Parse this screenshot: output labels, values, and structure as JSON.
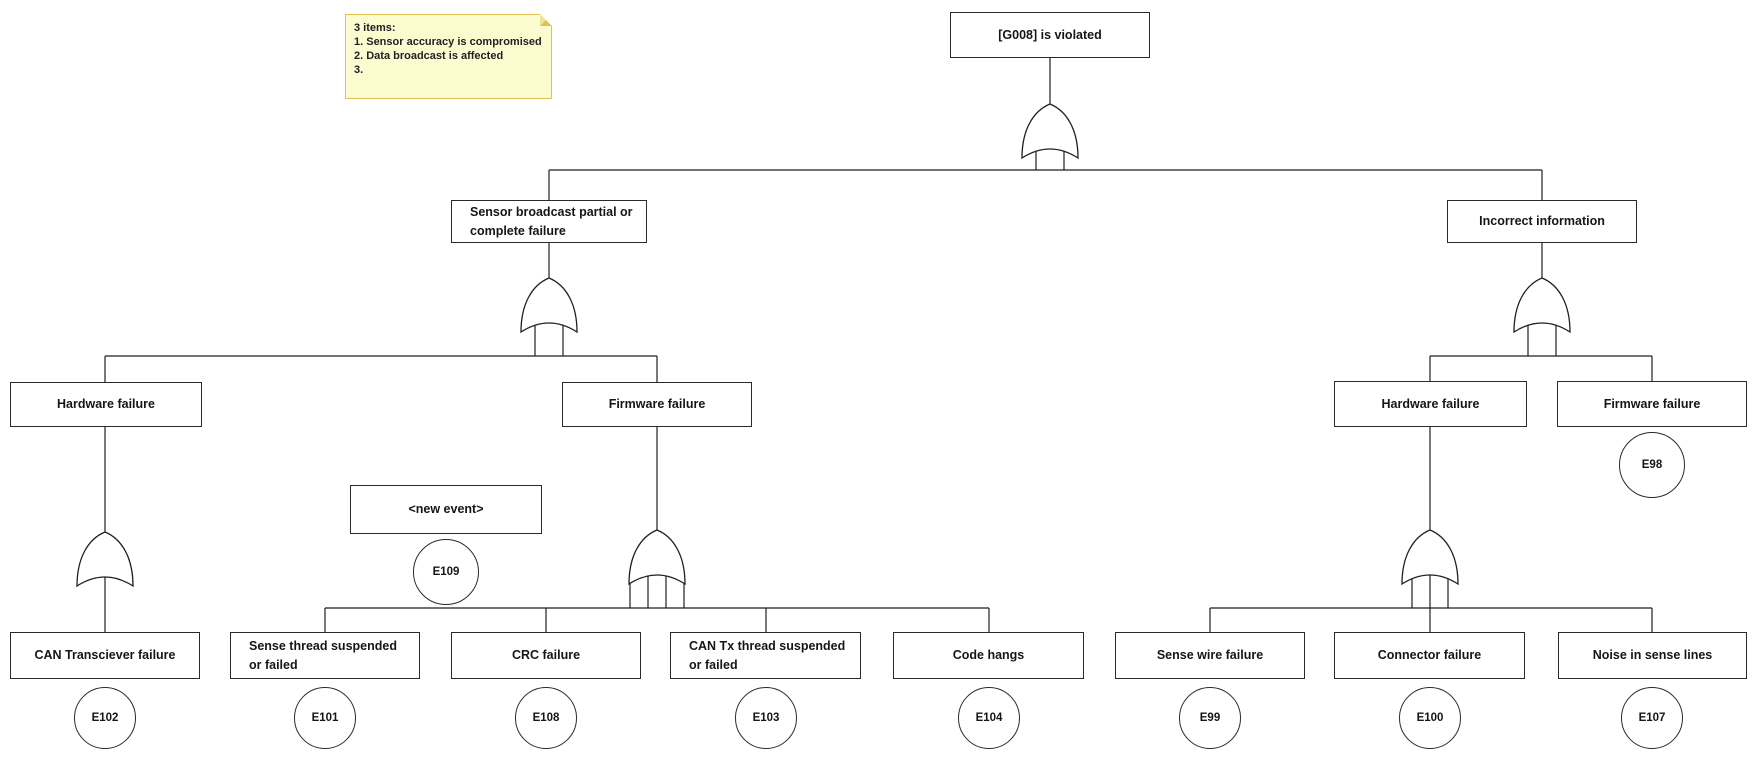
{
  "diagram": {
    "type": "fault-tree",
    "gate_type": "OR"
  },
  "colors": {
    "note_fill": "#fdfcd0",
    "note_border": "#e0bf55",
    "node_fill": "#ffffff",
    "line": "#1f1f1f"
  },
  "note": {
    "header": "3 items:",
    "items": [
      "1. Sensor accuracy is compromised",
      "2. Data broadcast is affected",
      "3."
    ]
  },
  "nodes": {
    "g008": {
      "label": "[G008] is violated"
    },
    "sensorBroadcast": {
      "label": "Sensor broadcast partial or complete failure"
    },
    "incorrectInfo": {
      "label": "Incorrect information"
    },
    "hwLeft": {
      "label": "Hardware failure"
    },
    "fwMid": {
      "label": "Firmware failure"
    },
    "hwRight": {
      "label": "Hardware failure"
    },
    "fwRight": {
      "label": "Firmware failure",
      "event": "E98"
    },
    "newEvent": {
      "label": "<new event>",
      "event": "E109"
    },
    "canTransciever": {
      "label": "CAN Transciever failure",
      "event": "E102"
    },
    "senseThread": {
      "label": "Sense thread suspended or failed",
      "event": "E101"
    },
    "crc": {
      "label": "CRC failure",
      "event": "E108"
    },
    "canTx": {
      "label": "CAN Tx thread suspended or failed",
      "event": "E103"
    },
    "codeHangs": {
      "label": "Code hangs",
      "event": "E104"
    },
    "senseWire": {
      "label": "Sense wire failure",
      "event": "E99"
    },
    "connectorFailure": {
      "label": "Connector failure",
      "event": "E100"
    },
    "noiseSenseLines": {
      "label": "Noise in sense lines",
      "event": "E107"
    }
  }
}
